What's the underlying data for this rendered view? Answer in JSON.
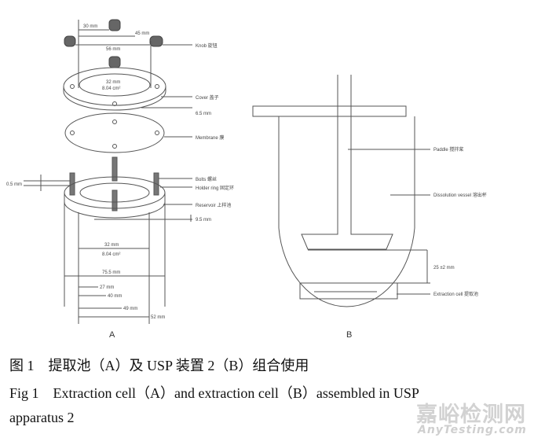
{
  "figure": {
    "panel_a": {
      "label": "A",
      "annotations": {
        "knob": "Knob 旋钮",
        "cover": "Cover 盖子",
        "cover_gap": "6.5 mm",
        "membrane": "Membrane 膜",
        "bolts": "Bolts 螺丝",
        "holder_ring": "Holder ring 固定环",
        "reservoir": "Reservoir 上样池",
        "reservoir_gap": "9.5 mm",
        "bolt_height": "0.5 mm",
        "dim_top_1": "30 mm",
        "dim_top_2": "45 mm",
        "dim_top_3": "56 mm",
        "cover_inner": "32 mm",
        "cover_area": "8.04 cm²",
        "inner_dia": "32 mm",
        "inner_area": "8.04 cm²",
        "outer_dia": "75.5 mm",
        "dim_1": "27 mm",
        "dim_2": "40 mm",
        "dim_3": "49 mm",
        "dim_4": "52 mm"
      }
    },
    "panel_b": {
      "label": "B",
      "annotations": {
        "paddle": "Paddle 搅拌桨",
        "vessel": "Dissolution vessel 溶出杯",
        "distance": "25 ±2 mm",
        "cell": "Extraction cell 提取池"
      }
    }
  },
  "caption": {
    "chinese": "图 1　提取池（A）及 USP 装置 2（B）组合使用",
    "english_line1": "Fig 1　Extraction cell（A）and extraction cell（B）assembled in USP",
    "english_line2": "apparatus 2"
  },
  "watermark": {
    "chinese": "嘉峪检测网",
    "english": "AnyTesting.com"
  }
}
